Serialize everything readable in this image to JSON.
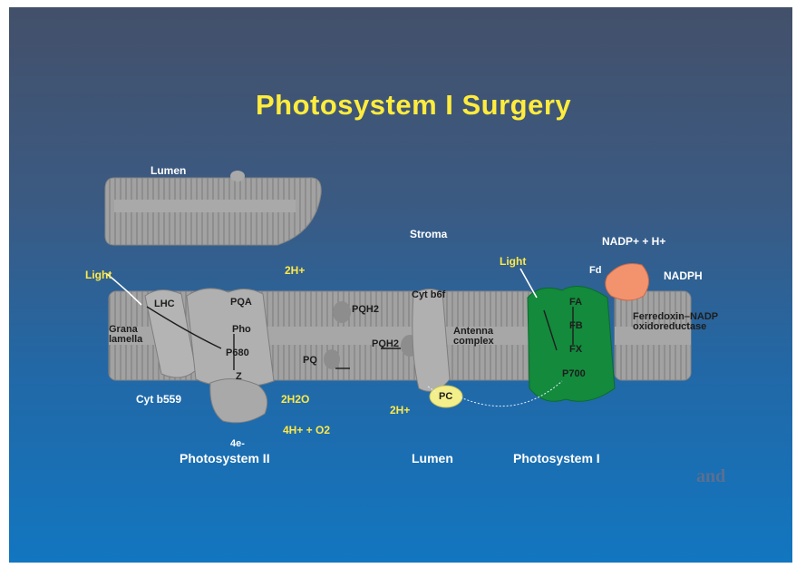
{
  "title": "Photosystem I Surgery",
  "labels": {
    "lumen_top": "Lumen",
    "stroma": "Stroma",
    "light_left": "Light",
    "light_right": "Light",
    "lhc": "LHC",
    "pqa": "PQA",
    "proton_top": "2H+",
    "pheo": "Pho",
    "p680": "P680",
    "z": "Z",
    "grana_lamella": "Grana lamella",
    "pqh2_top": "PQH2",
    "pq": "PQ",
    "pqh2_mid": "PQH2",
    "cyt_b6f": "Cyt b6f",
    "antenna_complex": "Antenna complex",
    "fa": "FA",
    "fb": "FB",
    "fx": "FX",
    "p700": "P700",
    "fd": "Fd",
    "nadp_h": "NADP+ + H+",
    "nadph": "NADPH",
    "fnr": "Ferredoxin–NADP oxidoreductase",
    "cyt_b559": "Cyt b559",
    "water": "2H2O",
    "oxygen": "4H+ + O2",
    "electrons": "4e-",
    "pc": "PC",
    "proton_lumen": "2H+",
    "photosystem_ii": "Photosystem II",
    "lumen_bottom": "Lumen",
    "photosystem_i": "Photosystem I",
    "corner_mark": "and"
  },
  "colors": {
    "membrane": "#9c9c9c",
    "protein": "#b1b1b1",
    "psi_complex": "#138a3c",
    "ferredoxin_reductase": "#f2936e",
    "plastocyanin": "#f3ef8a",
    "title_yellow": "#ffec3d"
  }
}
